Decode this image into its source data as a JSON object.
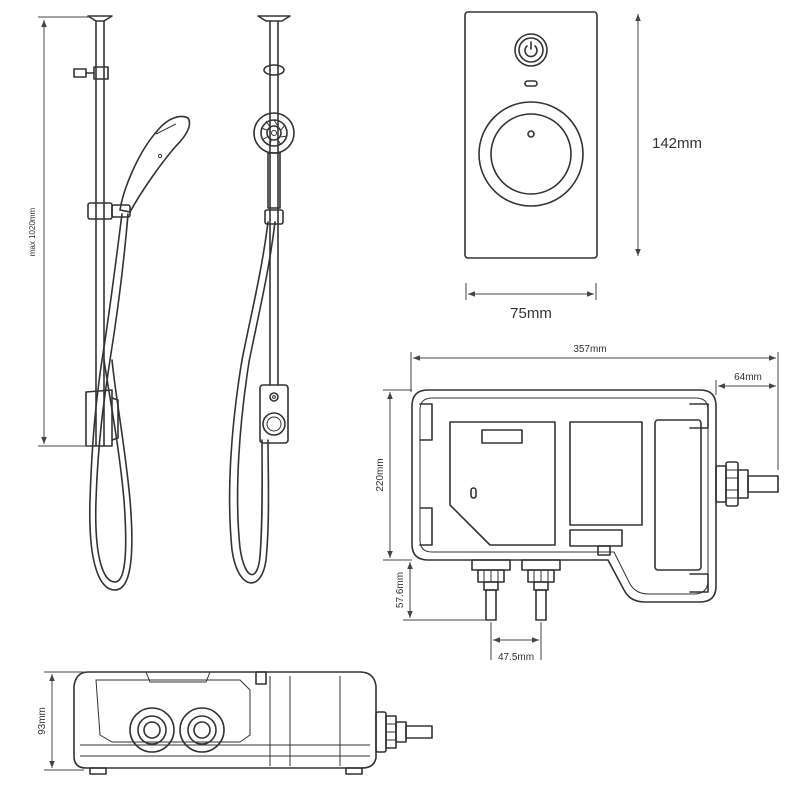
{
  "dimensions": {
    "riser_height": "max 1020mm",
    "control_height": "142mm",
    "control_width": "75mm",
    "unit_width": "357mm",
    "outlet_projection": "64mm",
    "unit_height": "220mm",
    "inlet_height": "57.6mm",
    "inlet_centres": "47.5mm",
    "unit_depth": "93mm"
  },
  "colors": {
    "line": "#333333",
    "background": "#ffffff"
  },
  "icons": {
    "power": "power-icon"
  }
}
